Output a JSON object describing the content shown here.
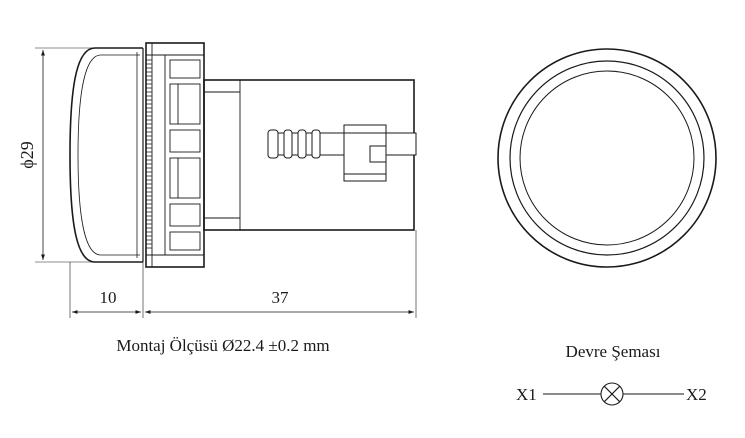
{
  "drawing": {
    "diameter_label": "ϕ29",
    "dim_front": "10",
    "dim_body": "37",
    "mounting_note": "Montaj Ölçüsü Ø22.4 ±0.2 mm"
  },
  "schematic": {
    "title": "Devre Şeması",
    "terminal_left": "X1",
    "terminal_right": "X2",
    "symbol": "lamp-symbol-icon"
  }
}
